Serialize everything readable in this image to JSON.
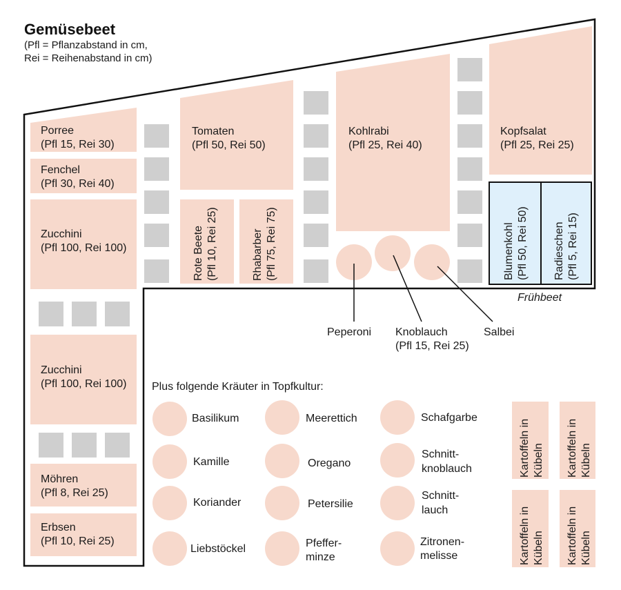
{
  "title": "Gemüsebeet",
  "subtitle": [
    "(Pfl = Pflanzabstand in cm,",
    "Rei = Reihenabstand in cm)"
  ],
  "colors": {
    "bed": "#f7d9cc",
    "path": "#cfcfcf",
    "cold_frame": "#dff0fb",
    "outline": "#111111"
  },
  "beds": {
    "porree": [
      "Porree",
      "(Pfl 15, Rei 30)"
    ],
    "fenchel": [
      "Fenchel",
      "(Pfl 30, Rei 40)"
    ],
    "zucchini1": [
      "Zucchini",
      "(Pfl 100, Rei 100)"
    ],
    "zucchini2": [
      "Zucchini",
      "(Pfl 100, Rei 100)"
    ],
    "moehren": [
      "Möhren",
      "(Pfl 8, Rei 25)"
    ],
    "erbsen": [
      "Erbsen",
      "(Pfl 10, Rei 25)"
    ],
    "tomaten": [
      "Tomaten",
      "(Pfl 50, Rei 50)"
    ],
    "rote_beete": [
      "Rote Beete",
      "(Pfl 10, Rei 25)"
    ],
    "rhabarber": [
      "Rhabarber",
      "(Pfl 75, Rei 75)"
    ],
    "kohlrabi": [
      "Kohlrabi",
      "(Pfl 25, Rei 40)"
    ],
    "kopfsalat": [
      "Kopfsalat",
      "(Pfl 25, Rei 25)"
    ],
    "blumenkohl": [
      "Blumenkohl",
      "(Pfl 50, Rei 50)"
    ],
    "radieschen": [
      "Radieschen",
      "(Pfl 5, Rei 15)"
    ]
  },
  "fruehbeet_label": "Frühbeet",
  "callouts": {
    "peperoni": [
      "Peperoni"
    ],
    "knoblauch": [
      "Knoblauch",
      "(Pfl 15, Rei 25)"
    ],
    "salbei": [
      "Salbei"
    ]
  },
  "herbs_heading": "Plus folgende Kräuter in Topfkultur:",
  "herbs": [
    [
      "Basilikum"
    ],
    [
      "Meerettich"
    ],
    [
      "Schafgarbe"
    ],
    [
      "Kamille"
    ],
    [
      "Oregano"
    ],
    [
      "Schnitt-",
      "knoblauch"
    ],
    [
      "Koriander"
    ],
    [
      "Petersilie"
    ],
    [
      "Schnitt-",
      "lauch"
    ],
    [
      "Liebstöckel"
    ],
    [
      "Pfeffer-",
      "minze"
    ],
    [
      "Zitronen-",
      "melisse"
    ]
  ],
  "potatoes": [
    "Kartoffeln in",
    "Kübeln"
  ]
}
